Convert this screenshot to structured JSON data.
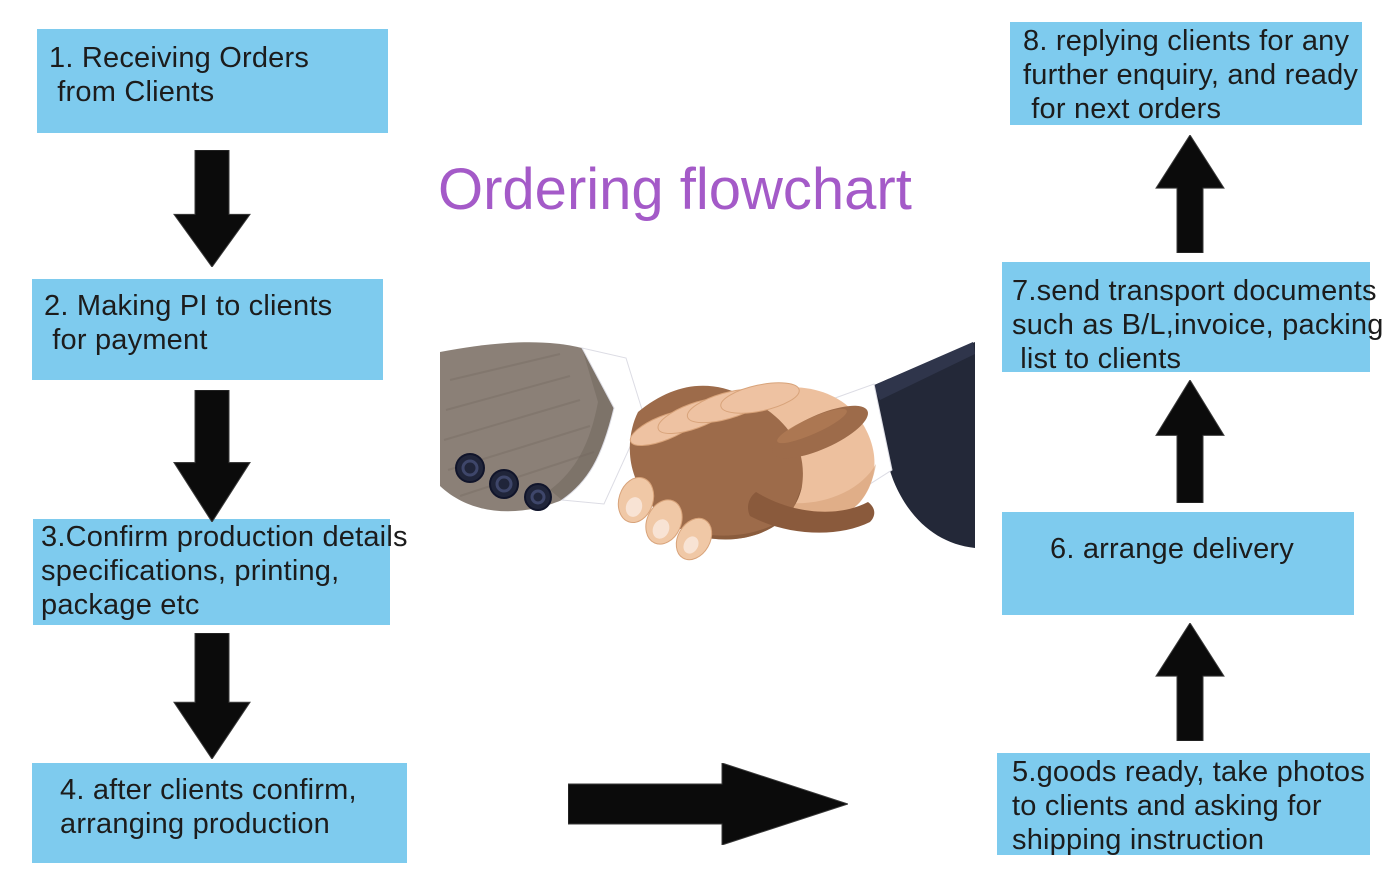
{
  "title": {
    "text": "Ordering flowchart",
    "color": "#a45ac8"
  },
  "theme": {
    "background": "#ffffff",
    "box_blue": "#7ecbee",
    "arrow_black": "#0b0b0b",
    "text_color": "#1c1c1c"
  },
  "steps": [
    {
      "id": "1",
      "label": "1. Receiving Orders\n from Clients"
    },
    {
      "id": "2",
      "label": "2. Making PI to clients\n for payment"
    },
    {
      "id": "3",
      "label": "3.Confirm production details\nspecifications, printing,\npackage etc"
    },
    {
      "id": "4",
      "label": "4. after clients confirm,\narranging production"
    },
    {
      "id": "5",
      "label": "5.goods ready, take photos\nto clients and asking for\nshipping instruction"
    },
    {
      "id": "6",
      "label": "6. arrange delivery"
    },
    {
      "id": "7",
      "label": "7.send transport documents\nsuch as B/L,invoice, packing\n list to clients"
    },
    {
      "id": "8",
      "label": "8. replying clients for any\nfurther enquiry, and ready\n for next orders"
    }
  ],
  "connections": [
    {
      "from": "1",
      "to": "2",
      "direction": "down"
    },
    {
      "from": "2",
      "to": "3",
      "direction": "down"
    },
    {
      "from": "3",
      "to": "4",
      "direction": "down"
    },
    {
      "from": "4",
      "to": "5",
      "direction": "right"
    },
    {
      "from": "5",
      "to": "6",
      "direction": "up"
    },
    {
      "from": "6",
      "to": "7",
      "direction": "up"
    },
    {
      "from": "7",
      "to": "8",
      "direction": "up"
    }
  ],
  "center_image": {
    "description": "business handshake photo"
  }
}
